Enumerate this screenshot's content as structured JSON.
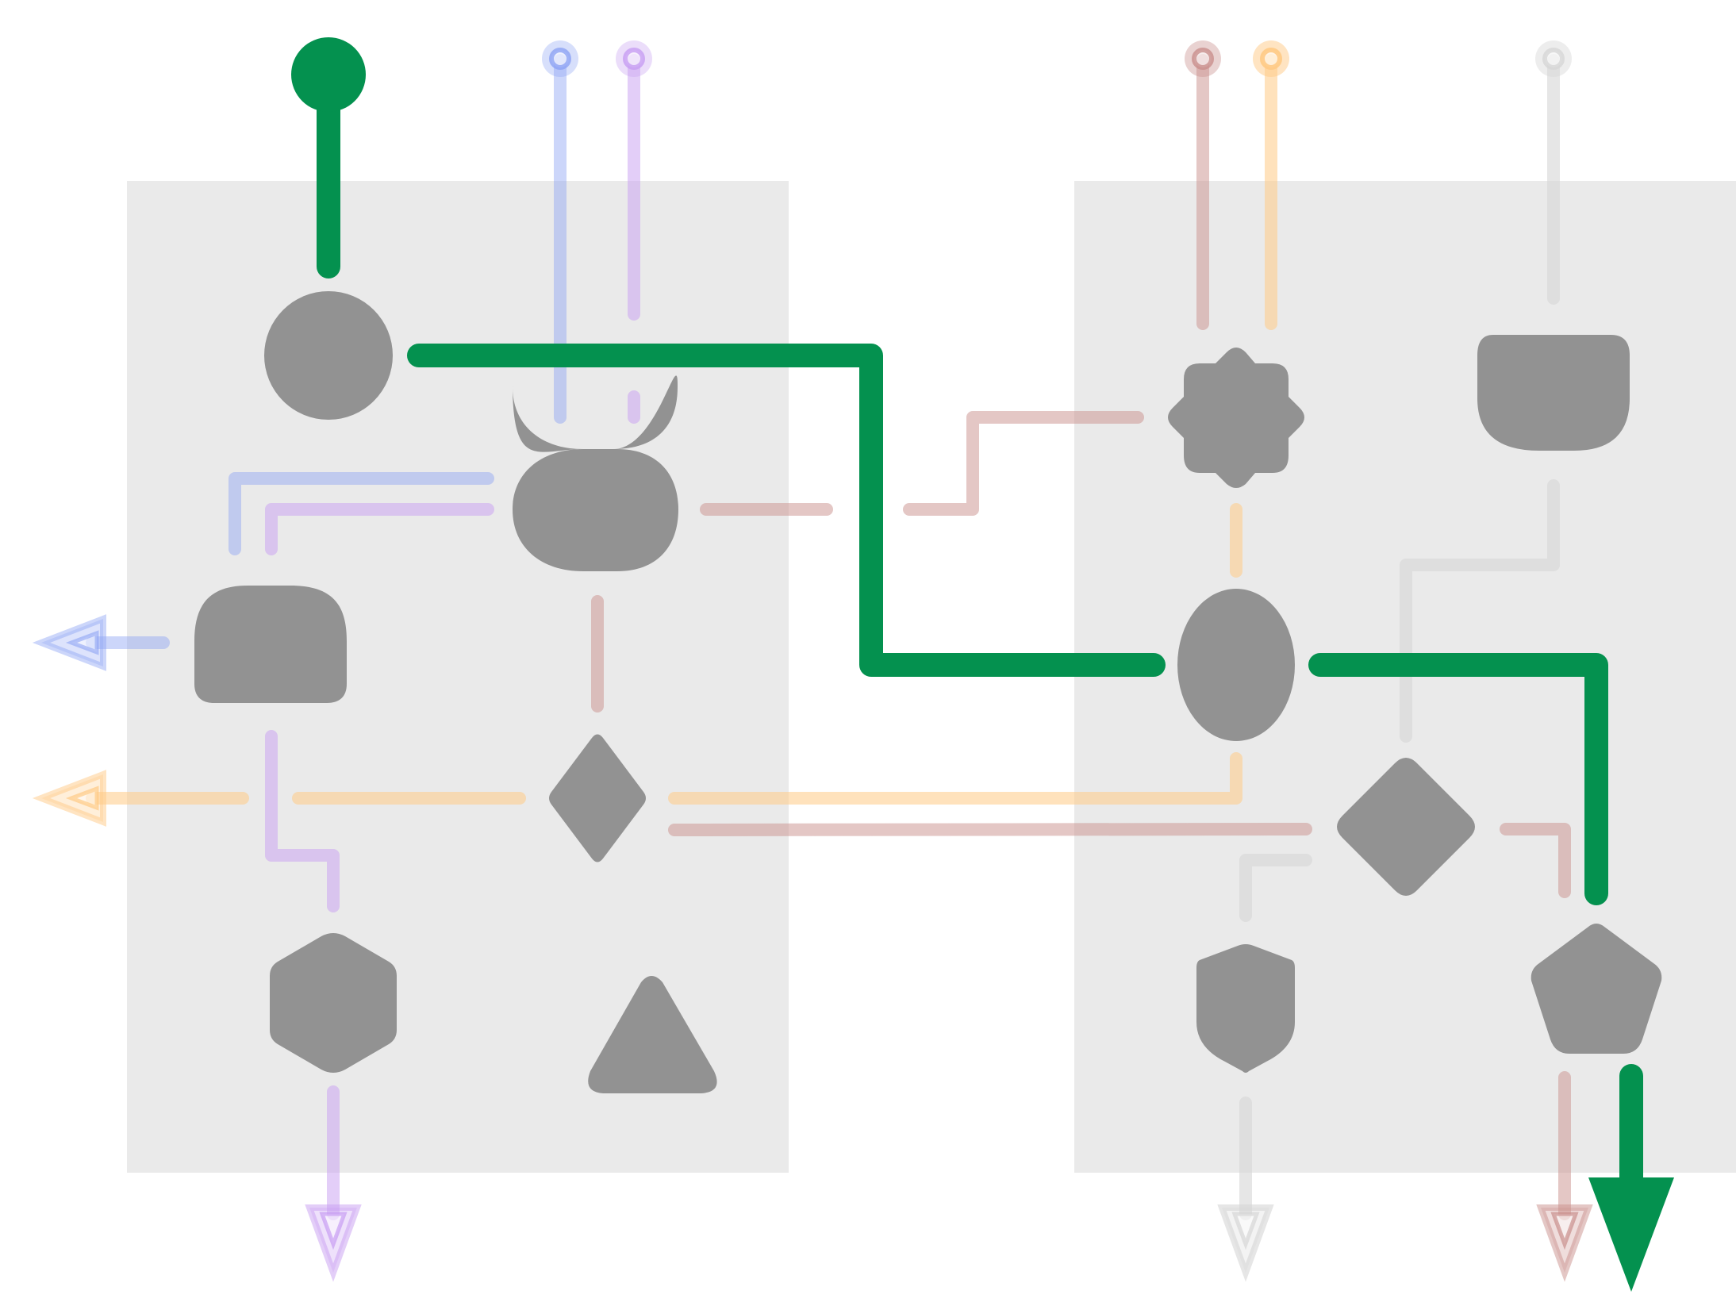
{
  "diagram": {
    "kind": "metro-style process flow",
    "highlighted_route": "green",
    "colors": {
      "background": "#ffffff",
      "panel": "#eaeaea",
      "node": "#929292",
      "green": "#04914f",
      "blue": "#8da3f4",
      "purple": "#c79df2",
      "brown": "#c98f8c",
      "orange": "#ffca85",
      "gray": "#d6d6d6"
    },
    "panels": [
      {
        "id": "left-panel"
      },
      {
        "id": "right-panel"
      }
    ],
    "nodes": [
      {
        "id": "circle",
        "icon": "circle-node-icon"
      },
      {
        "id": "stadium",
        "icon": "stadium-node-icon"
      },
      {
        "id": "tab-left",
        "icon": "tab-node-icon"
      },
      {
        "id": "diamond-tall",
        "icon": "diamond-node-icon"
      },
      {
        "id": "hexagon",
        "icon": "hexagon-node-icon"
      },
      {
        "id": "triangle",
        "icon": "triangle-node-icon"
      },
      {
        "id": "star",
        "icon": "star-node-icon"
      },
      {
        "id": "cup",
        "icon": "cup-node-icon"
      },
      {
        "id": "oval",
        "icon": "oval-node-icon"
      },
      {
        "id": "diamond",
        "icon": "diamond-node-icon"
      },
      {
        "id": "shield",
        "icon": "shield-node-icon"
      },
      {
        "id": "pentagon",
        "icon": "pentagon-node-icon"
      }
    ],
    "routes": [
      {
        "id": "green",
        "emphasis": "primary"
      },
      {
        "id": "blue",
        "emphasis": "faded"
      },
      {
        "id": "purple",
        "emphasis": "faded"
      },
      {
        "id": "brown",
        "emphasis": "faded"
      },
      {
        "id": "orange",
        "emphasis": "faded"
      },
      {
        "id": "gray",
        "emphasis": "faded"
      }
    ],
    "terminals": [
      {
        "route": "green",
        "start": "filled-dot-icon",
        "end": "filled-arrow-icon"
      },
      {
        "route": "blue",
        "start": "ring-dot-icon",
        "end": "hollow-arrow-icon"
      },
      {
        "route": "purple",
        "start": "ring-dot-icon",
        "end": "hollow-arrow-icon"
      },
      {
        "route": "brown",
        "start": "ring-dot-icon",
        "end": "hollow-arrow-icon"
      },
      {
        "route": "orange",
        "start": "ring-dot-icon",
        "end": "hollow-arrow-icon"
      },
      {
        "route": "gray",
        "start": "ring-dot-icon",
        "end": "hollow-arrow-icon"
      }
    ]
  }
}
